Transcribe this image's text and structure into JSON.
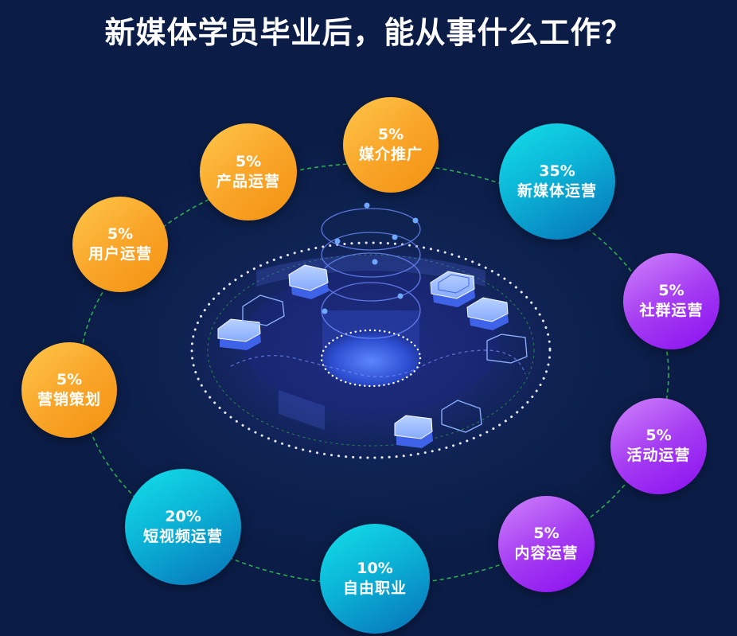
{
  "title": "新媒体学员毕业后，能从事什么工作？",
  "colors": {
    "background": "#0b1d47",
    "orange": "#f9a62a",
    "cyan": "#0bb3d6",
    "purple": "#a53cf2",
    "ring_dash": "#2fae4e",
    "platform_blue": "#5a8cff"
  },
  "bubbles": [
    {
      "id": "meijie",
      "percent": "5%",
      "label": "媒介推广",
      "color": "orange"
    },
    {
      "id": "xinmeiti",
      "percent": "35%",
      "label": "新媒体运营",
      "color": "cyan"
    },
    {
      "id": "shequn",
      "percent": "5%",
      "label": "社群运营",
      "color": "purple"
    },
    {
      "id": "huodong",
      "percent": "5%",
      "label": "活动运营",
      "color": "purple"
    },
    {
      "id": "neirong",
      "percent": "5%",
      "label": "内容运营",
      "color": "purple"
    },
    {
      "id": "ziyou",
      "percent": "10%",
      "label": "自由职业",
      "color": "cyan"
    },
    {
      "id": "duanshipin",
      "percent": "20%",
      "label": "短视频运营",
      "color": "cyan"
    },
    {
      "id": "yingxiao",
      "percent": "5%",
      "label": "营销策划",
      "color": "orange"
    },
    {
      "id": "yonghu",
      "percent": "5%",
      "label": "用户运营",
      "color": "orange"
    },
    {
      "id": "chanpin",
      "percent": "5%",
      "label": "产品运营",
      "color": "orange"
    }
  ],
  "chart_data": {
    "type": "pie",
    "title": "新媒体学员毕业后，能从事什么工作？",
    "categories": [
      "新媒体运营",
      "短视频运营",
      "自由职业",
      "媒介推广",
      "社群运营",
      "活动运营",
      "内容运营",
      "营销策划",
      "用户运营",
      "产品运营"
    ],
    "values": [
      35,
      20,
      10,
      5,
      5,
      5,
      5,
      5,
      5,
      5
    ],
    "unit": "%"
  }
}
